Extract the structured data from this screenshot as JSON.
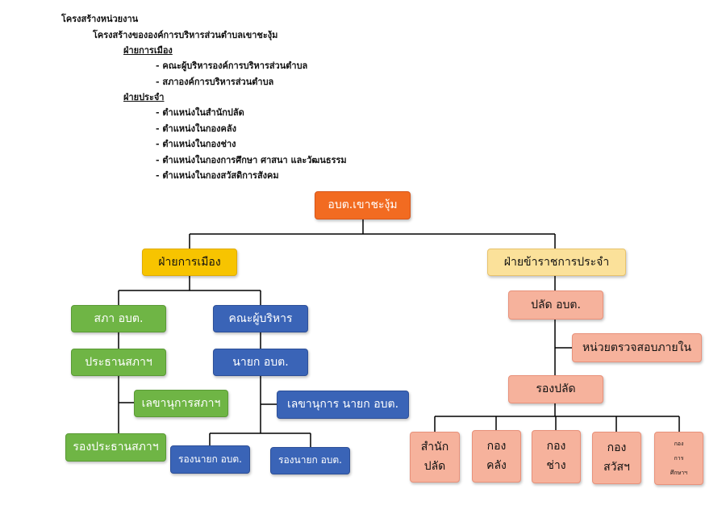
{
  "header": {
    "title": "โครงสร้างหน่วยงาน",
    "subtitle": "โครงสร้างขององค์การบริหารส่วนตำบลเขาชะงุ้ม"
  },
  "outline": {
    "political": {
      "heading": "ฝ่ายการเมือง",
      "items": [
        "- คณะผู้บริหารองค์การบริหารส่วนตำบล",
        "- สภาองค์การบริหารส่วนตำบล"
      ]
    },
    "permanent": {
      "heading": "ฝ่ายประจำ",
      "items": [
        "- ตำแหน่งในสำนักปลัด",
        "- ตำแหน่งในกองคลัง",
        "- ตำแหน่งในกองช่าง",
        "- ตำแหน่งในกองการศึกษา ศาสนา และวัฒนธรรม",
        "- ตำแหน่งในกองสวัสดิการสังคม"
      ]
    }
  },
  "chart": {
    "root": "อบต.เขาชะงุ้ม",
    "political": "ฝ่ายการเมือง",
    "civil": "ฝ่ายข้าราชการประจำ",
    "council": "สภา อบต.",
    "council_chair": "ประธานสภาฯ",
    "council_secretary": "เลขานุการสภาฯ",
    "council_vice_chair": "รองประธานสภาฯ",
    "executives": "คณะผู้บริหาร",
    "mayor": "นายก อบต.",
    "mayor_secretary": "เลขานุการ นายก อบต.",
    "deputy_mayor_1": "รองนายก อบต.",
    "deputy_mayor_2": "รองนายก อบต.",
    "clerk": "ปลัด อบต.",
    "audit": "หน่วยตรวจสอบภายใน",
    "deputy_clerk": "รองปลัด",
    "divisions": [
      [
        "สำนัก",
        "ปลัด"
      ],
      [
        "กอง",
        "คลัง"
      ],
      [
        "กอง",
        "ช่าง"
      ],
      [
        "กอง",
        "สวัสฯ"
      ],
      [
        "กอง",
        "การ",
        "ศึกษาฯ"
      ]
    ]
  },
  "colors": {
    "root": "#f26b21",
    "political": "#f7c400",
    "civil": "#fbe19a",
    "council": "#6fb545",
    "executive": "#3a64b7",
    "civil_units": "#f6b29c"
  }
}
